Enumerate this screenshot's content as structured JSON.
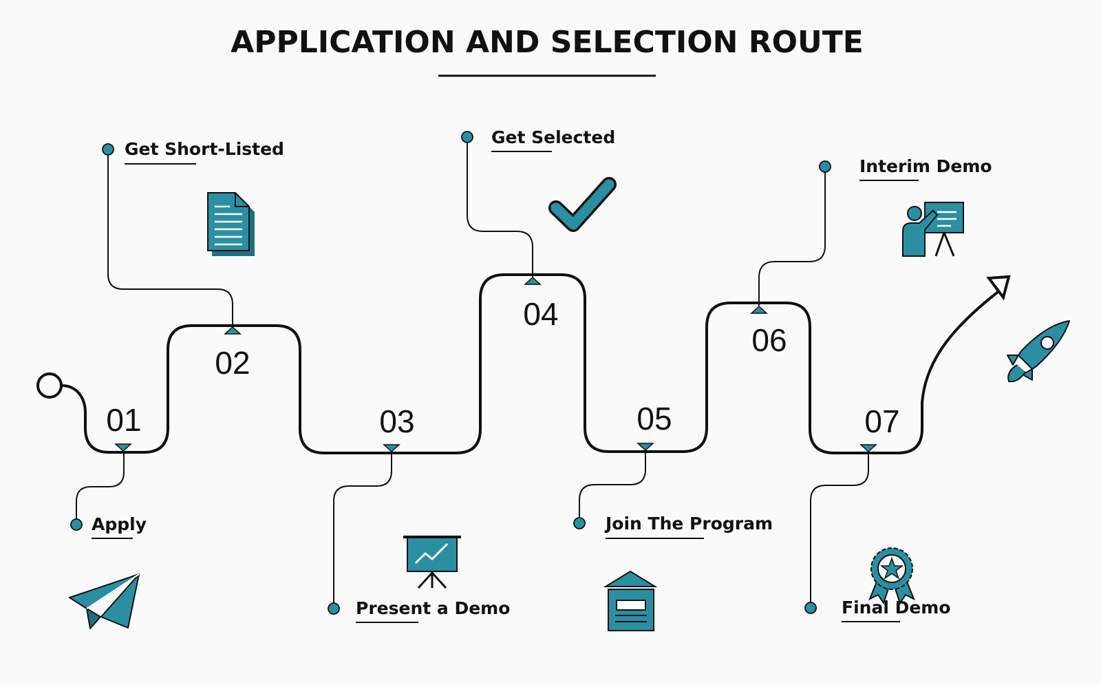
{
  "title": "APPLICATION AND SELECTION ROUTE",
  "colors": {
    "accent": "#2b8fa3",
    "ink": "#111111",
    "background": "#fafafa"
  },
  "steps": [
    {
      "number": "01",
      "label": "Apply",
      "icon": "paper-plane-icon"
    },
    {
      "number": "02",
      "label": "Get Short-Listed",
      "icon": "document-icon"
    },
    {
      "number": "03",
      "label": "Present a Demo",
      "icon": "presentation-board-icon"
    },
    {
      "number": "04",
      "label": "Get Selected",
      "icon": "checkmark-icon"
    },
    {
      "number": "05",
      "label": "Join The Program",
      "icon": "building-icon"
    },
    {
      "number": "06",
      "label": "Interim Demo",
      "icon": "presenter-icon"
    },
    {
      "number": "07",
      "label": "Final Demo",
      "icon": "award-badge-icon"
    }
  ],
  "end_icons": [
    "arrow-head-icon",
    "rocket-icon"
  ]
}
